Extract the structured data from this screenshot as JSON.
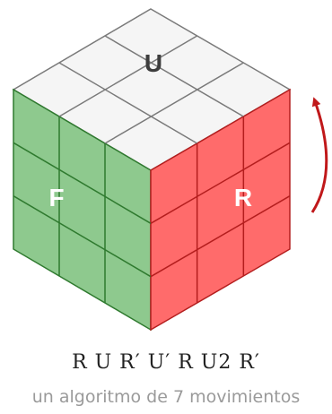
{
  "faces": {
    "top": {
      "label": "U",
      "color": "#f5f5f5",
      "stroke": "#7a7a7a",
      "label_color": "#3d3d3d"
    },
    "front": {
      "label": "F",
      "color": "#8ec98e",
      "stroke": "#2f7a2f",
      "label_color": "#ffffff"
    },
    "right": {
      "label": "R",
      "color": "#ff6b6b",
      "stroke": "#b41e1e",
      "label_color": "#ffffff"
    }
  },
  "arrow": {
    "color": "#c0181a",
    "icon": "curved-rotation-arrow-icon"
  },
  "algorithm": "R U R′ U′ R U2 R′",
  "caption": "un algoritmo de 7 movimientos"
}
